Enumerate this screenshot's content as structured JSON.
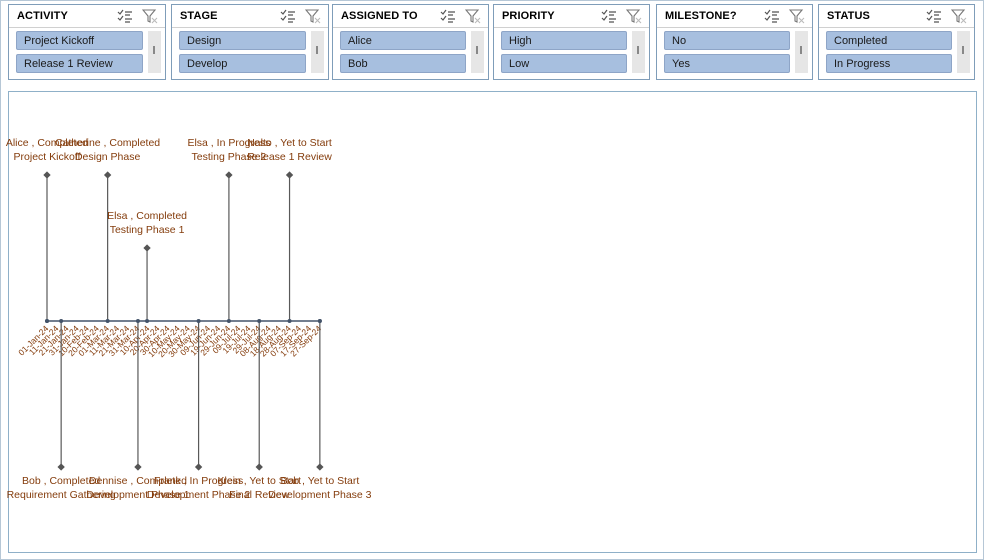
{
  "slicers": [
    {
      "title": "ACTIVITY",
      "items": [
        "Project Kickoff",
        "Release 1 Review"
      ]
    },
    {
      "title": "STAGE",
      "items": [
        "Design",
        "Develop"
      ]
    },
    {
      "title": "ASSIGNED TO",
      "items": [
        "Alice",
        "Bob"
      ]
    },
    {
      "title": "PRIORITY",
      "items": [
        "High",
        "Low"
      ]
    },
    {
      "title": "MILESTONE?",
      "items": [
        "No",
        "Yes"
      ]
    },
    {
      "title": "STATUS",
      "items": [
        "Completed",
        "In Progress"
      ]
    }
  ],
  "icons": {
    "multiselect": "multi-select-icon",
    "clear_filter": "clear-filter-icon"
  },
  "colors": {
    "slicer_item": "#a7bfdf",
    "axis": "#44546a",
    "text": "#843c0c",
    "stem": "#595959"
  },
  "chart_data": {
    "type": "timeline",
    "x_tick_labels": [
      "01-Jan-24",
      "11-Jan-24",
      "21-Jan-24",
      "31-Jan-24",
      "10-Feb-24",
      "20-Feb-24",
      "01-Mar-24",
      "11-Mar-24",
      "21-Mar-24",
      "31-Mar-24",
      "10-Apr-24",
      "20-Apr-24",
      "30-Apr-24",
      "10-May-24",
      "20-May-24",
      "30-May-24",
      "09-Jun-24",
      "19-Jun-24",
      "29-Jun-24",
      "09-Jul-24",
      "19-Jul-24",
      "29-Jul-24",
      "08-Aug-24",
      "18-Aug-24",
      "28-Aug-24",
      "07-Sep-24",
      "17-Sep-24",
      "27-Sep-24"
    ],
    "xlim": [
      "2024-01-01",
      "2024-10-01"
    ],
    "events": [
      {
        "date": "2024-01-01",
        "height": 1.0,
        "line1": "Alice , Completed",
        "line2": "Project Kickoff"
      },
      {
        "date": "2024-01-15",
        "height": -1.0,
        "line1": "Bob , Completed",
        "line2": "Requirement Gathering"
      },
      {
        "date": "2024-03-01",
        "height": 1.0,
        "line1": "Catherine , Completed",
        "line2": "Design Phase"
      },
      {
        "date": "2024-03-31",
        "height": -1.0,
        "line1": "Dennise , Completed",
        "line2": "Development Phase 1"
      },
      {
        "date": "2024-04-09",
        "height": 0.5,
        "line1": "Elsa , Completed",
        "line2": "Testing Phase 1"
      },
      {
        "date": "2024-05-30",
        "height": -1.0,
        "line1": "Frank , In Progress",
        "line2": "Development Phase 2"
      },
      {
        "date": "2024-06-29",
        "height": 1.0,
        "line1": "Elsa , In Progress",
        "line2": "Testing Phase 2"
      },
      {
        "date": "2024-07-29",
        "height": -1.0,
        "line1": "Klein , Yet to Start",
        "line2": "Final Review"
      },
      {
        "date": "2024-08-28",
        "height": 1.0,
        "line1": "Nalto , Yet to Start",
        "line2": "Release 1 Review"
      },
      {
        "date": "2024-09-27",
        "height": -1.0,
        "line1": "Bob , Yet to Start",
        "line2": "Development Phase 3"
      }
    ]
  }
}
